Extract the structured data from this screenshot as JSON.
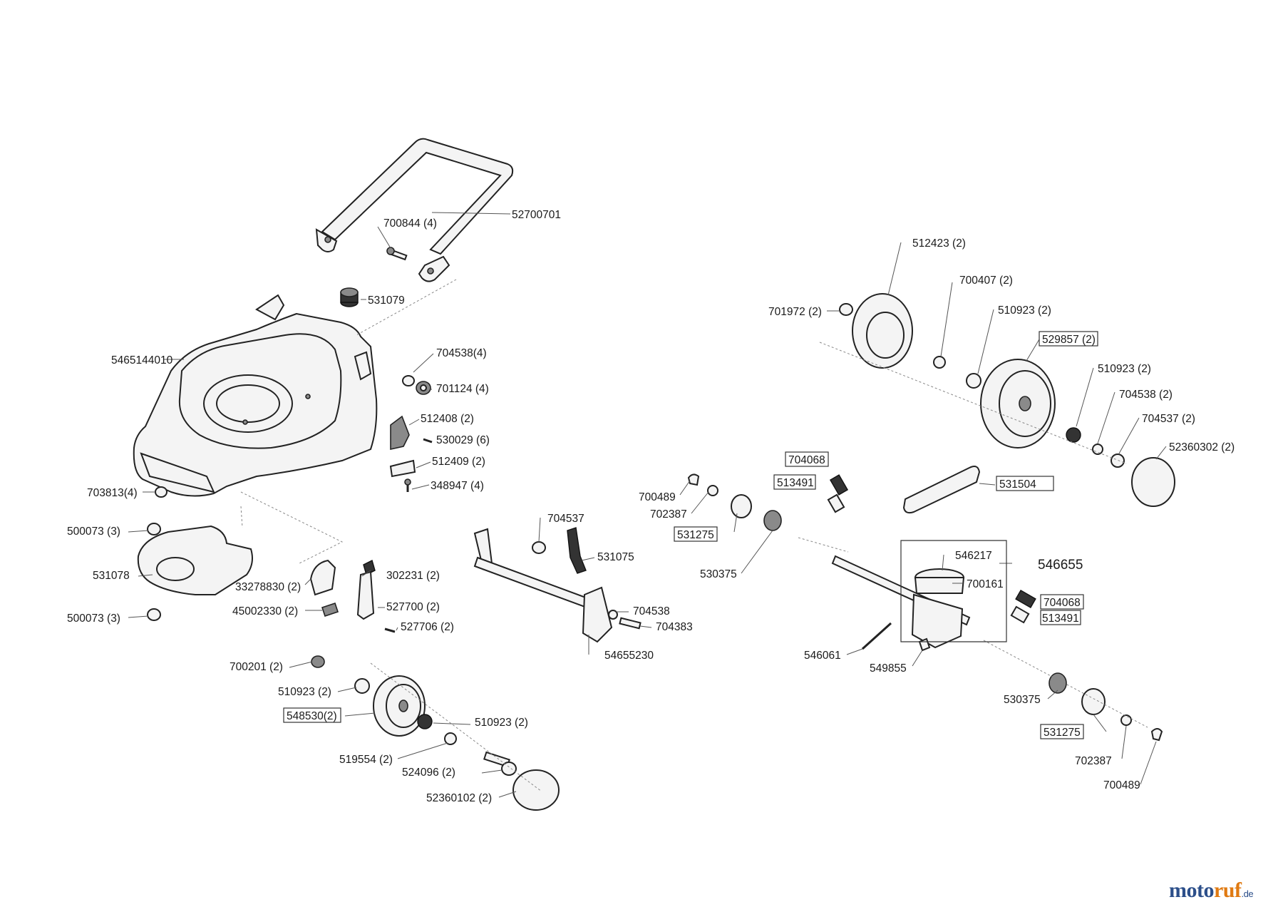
{
  "labels": {
    "handle": "52700701",
    "handle_bolt": "700844 (4)",
    "plug": "531079",
    "deck": "5465144010",
    "washer_deck": "704538(4)",
    "nut_deck": "701124 (4)",
    "bracket_a": "512408 (2)",
    "screw_a": "530029 (6)",
    "bracket_b": "512409 (2)",
    "screw_b": "348947 (4)",
    "nut_front": "703813(4)",
    "bush_top": "500073 (3)",
    "chute": "531078",
    "bush_bot": "500073 (3)",
    "lever_seg": "33278830 (2)",
    "plate_small": "45002330 (2)",
    "knob": "302231 (2)",
    "height_lever": "527700 (2)",
    "lever_screw": "527706 (2)",
    "nut_wheel": "700201 (2)",
    "bearing_fl": "510923 (2)",
    "front_wheel": "548530(2)",
    "bearing_fr": "510923 (2)",
    "spacer_f": "519554 (2)",
    "axle_bolt": "524096 (2)",
    "cap_front": "52360102 (2)",
    "nut_axle": "704537",
    "spring_lever": "531075",
    "washer_axle": "704538",
    "bolt_axle": "704383",
    "axle_assembly": "54655230",
    "hub_cap_r": "512423 (2)",
    "washer_r1": "701972 (2)",
    "washer_r2": "700407 (2)",
    "bearing_r1": "510923 (2)",
    "rear_wheel": "529857 (2)",
    "bearing_r2": "510923 (2)",
    "washer_r3": "704538 (2)",
    "nut_r": "704537 (2)",
    "cap_rear": "52360302 (2)",
    "spring_l": "704068",
    "pin_l": "513491",
    "belt": "531504",
    "clip_l": "700489",
    "washer_l": "702387",
    "gear_l": "531275",
    "pawl_l": "530375",
    "pulley": "546217",
    "gearbox": "546655",
    "key": "700161",
    "spring_r": "704068",
    "pin_r": "513491",
    "cable_pin": "546061",
    "fork": "549855",
    "pawl_r": "530375",
    "gear_r": "531275",
    "washer_rr": "702387",
    "clip_r": "700489"
  },
  "brand": {
    "a": "moto",
    "b": "ruf",
    "c": ".de"
  }
}
